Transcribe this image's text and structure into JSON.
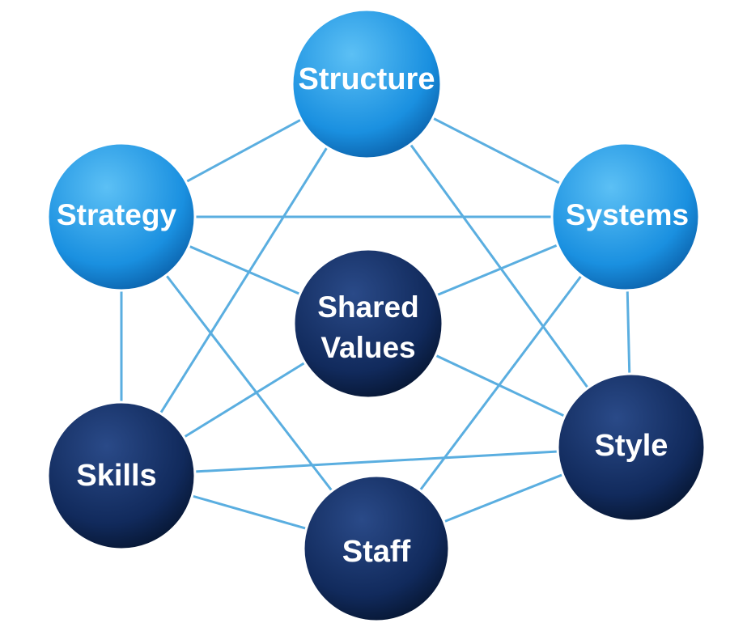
{
  "diagram": {
    "colors": {
      "line": "#5aaee0",
      "light_node": "#1a90e0",
      "light_node_highlight": "#5cc0f5",
      "light_node_edge": "#0a5fa8",
      "dark_node": "#112a5c",
      "dark_node_highlight": "#2a4a88",
      "dark_node_edge": "#061530",
      "label": "#ffffff"
    },
    "nodes": {
      "structure": {
        "label": "Structure",
        "style": "light"
      },
      "strategy": {
        "label": "Strategy",
        "style": "light"
      },
      "systems": {
        "label": "Systems",
        "style": "light"
      },
      "shared_values": {
        "label_line1": "Shared",
        "label_line2": "Values",
        "style": "dark"
      },
      "skills": {
        "label": "Skills",
        "style": "dark"
      },
      "style": {
        "label": "Style",
        "style": "dark"
      },
      "staff": {
        "label": "Staff",
        "style": "dark"
      }
    },
    "edges": [
      [
        "structure",
        "strategy"
      ],
      [
        "structure",
        "systems"
      ],
      [
        "structure",
        "skills"
      ],
      [
        "structure",
        "style"
      ],
      [
        "strategy",
        "systems"
      ],
      [
        "strategy",
        "skills"
      ],
      [
        "strategy",
        "staff"
      ],
      [
        "strategy",
        "shared_values"
      ],
      [
        "systems",
        "style"
      ],
      [
        "systems",
        "staff"
      ],
      [
        "systems",
        "shared_values"
      ],
      [
        "skills",
        "style"
      ],
      [
        "skills",
        "staff"
      ],
      [
        "skills",
        "shared_values"
      ],
      [
        "style",
        "staff"
      ],
      [
        "style",
        "shared_values"
      ]
    ]
  }
}
